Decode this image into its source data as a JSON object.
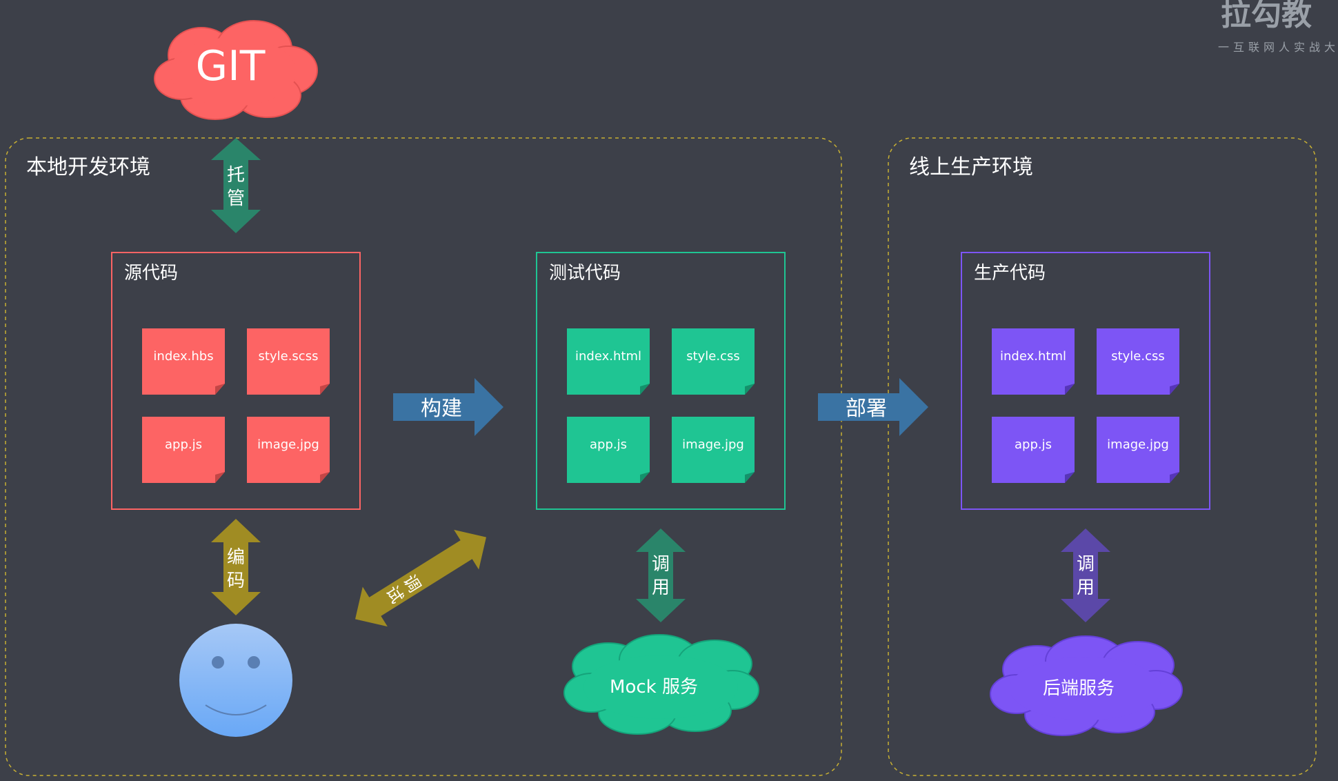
{
  "watermark": {
    "brand": "拉勾教",
    "tagline": "一互联网人实战大"
  },
  "git": {
    "label": "GIT"
  },
  "environments": {
    "local": {
      "title": "本地开发环境"
    },
    "production": {
      "title": "线上生产环境"
    }
  },
  "panels": {
    "source": {
      "title": "源代码",
      "files": [
        "index.hbs",
        "style.scss",
        "app.js",
        "image.jpg"
      ]
    },
    "test": {
      "title": "测试代码",
      "files": [
        "index.html",
        "style.css",
        "app.js",
        "image.jpg"
      ]
    },
    "prod": {
      "title": "生产代码",
      "files": [
        "index.html",
        "style.css",
        "app.js",
        "image.jpg"
      ]
    }
  },
  "arrows": {
    "host": [
      "托",
      "管"
    ],
    "code": [
      "编",
      "码"
    ],
    "debug": [
      "调",
      "试"
    ],
    "build": "构建",
    "deploy": "部署",
    "call_test": [
      "调",
      "用"
    ],
    "call_prod": [
      "调",
      "用"
    ]
  },
  "clouds": {
    "mock": "Mock 服务",
    "backend": "后端服务"
  },
  "colors": {
    "background": "#3d4049",
    "source": "#fd6464",
    "test": "#1fc593",
    "prod": "#7d55f5",
    "host_arrow": "#2a856a",
    "code_arrow": "#a08c23",
    "build_arrow": "#3a73a3",
    "call_prod_arrow": "#5b48a8",
    "border": "#c8b033",
    "face": "#7fb4f5"
  }
}
